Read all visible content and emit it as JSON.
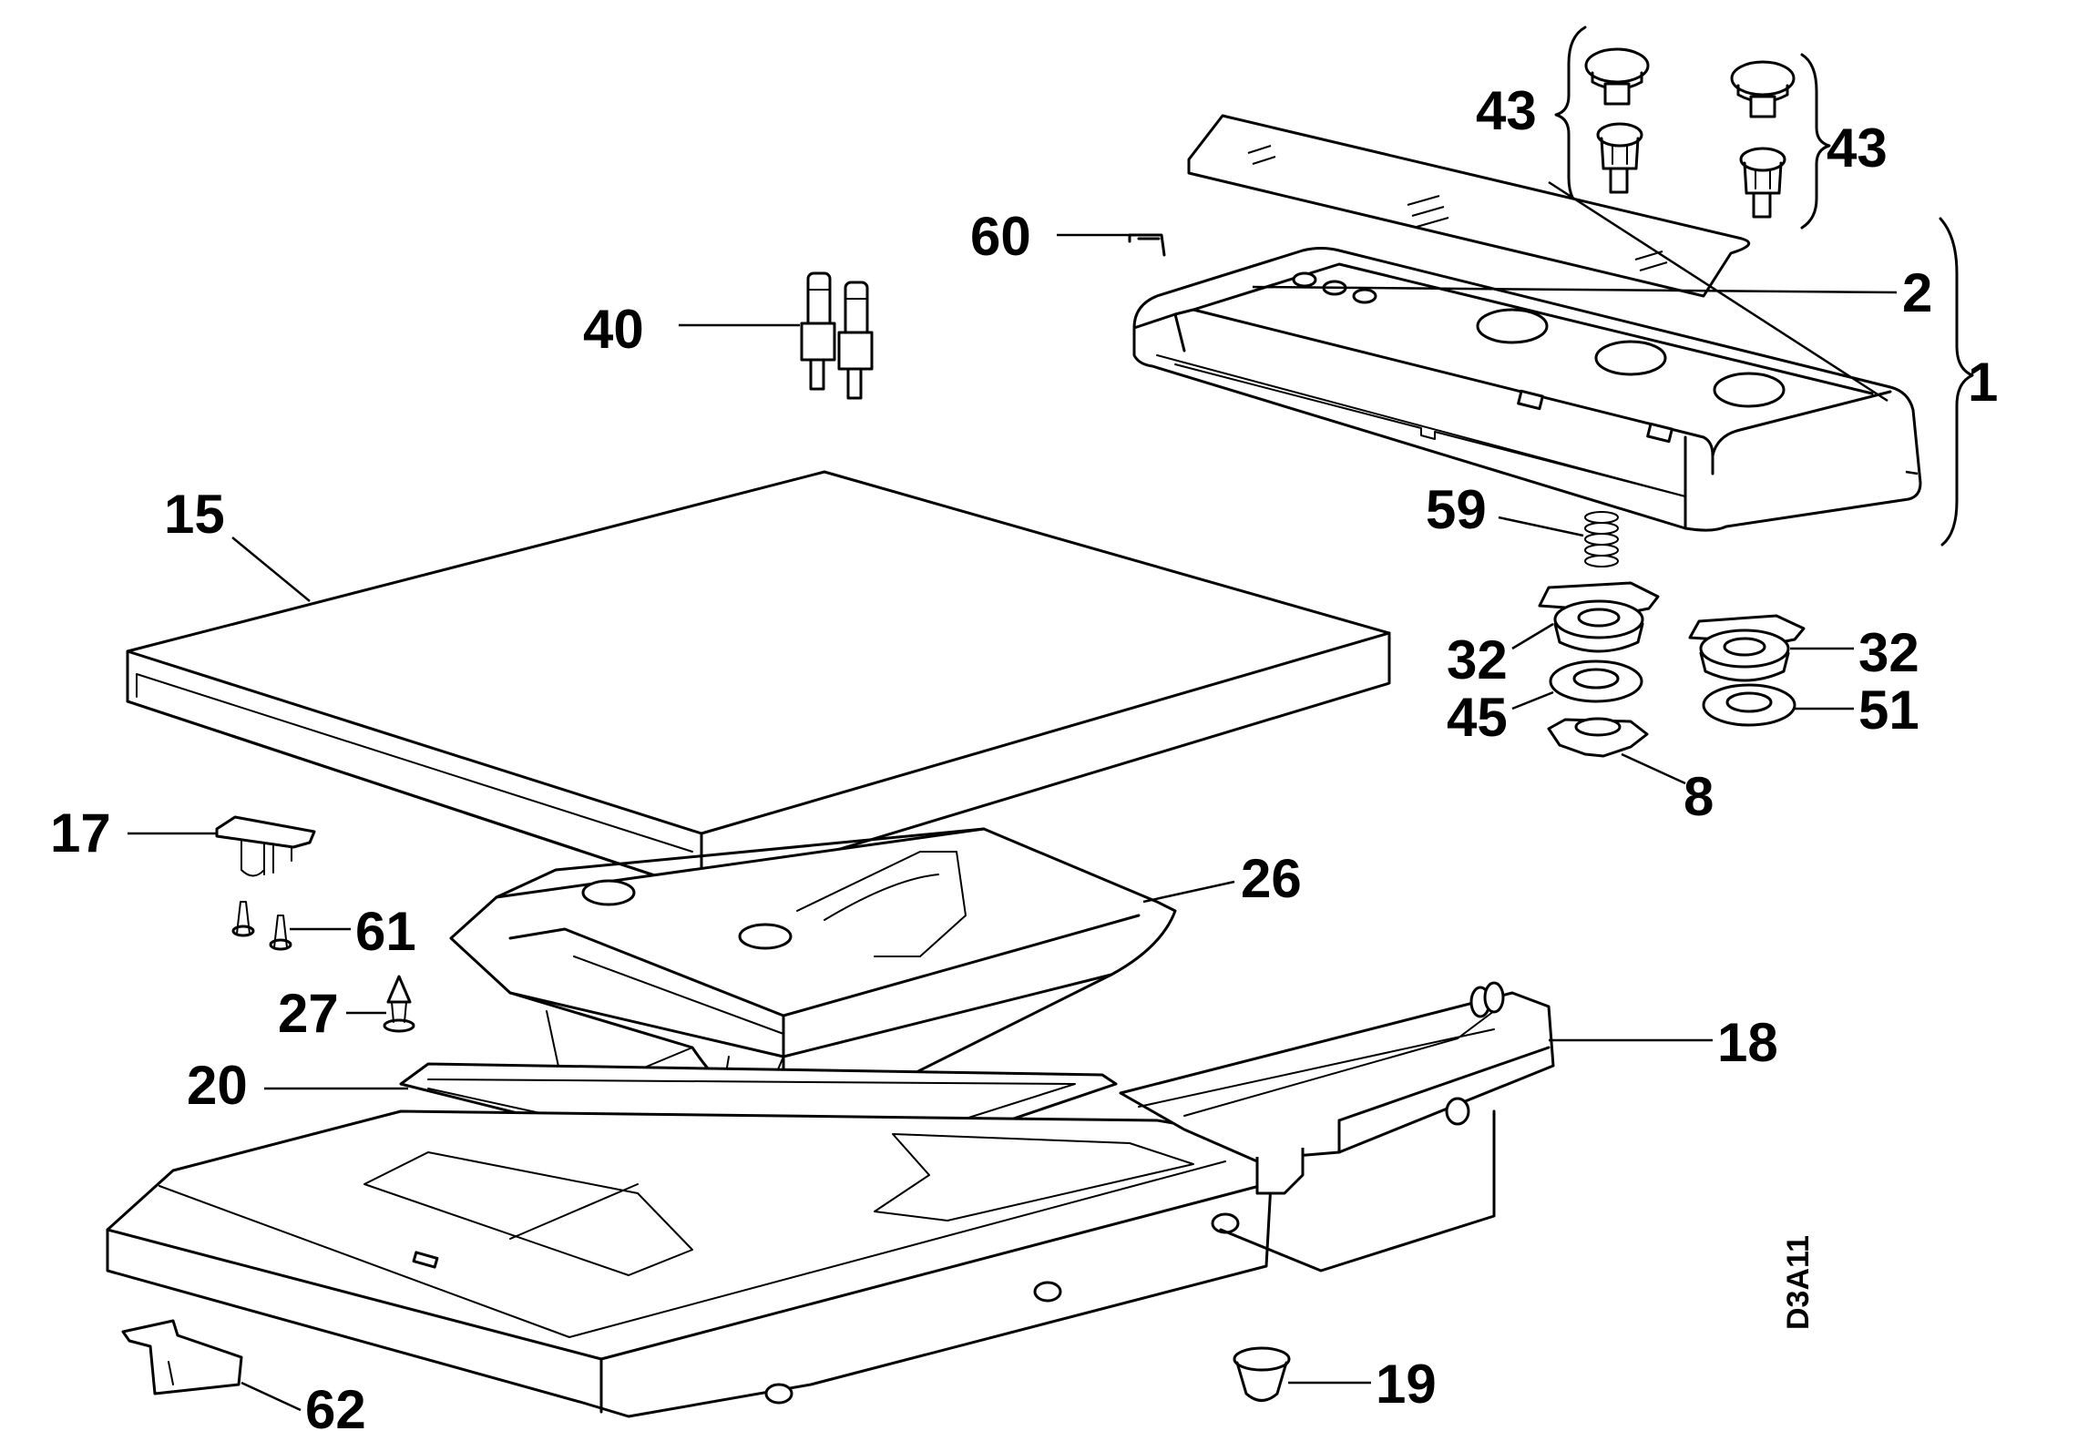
{
  "diagram": {
    "code": "D3A11",
    "labels": {
      "p1": "1",
      "p2": "2",
      "p8": "8",
      "p15": "15",
      "p17": "17",
      "p18": "18",
      "p19": "19",
      "p20": "20",
      "p26": "26",
      "p27": "27",
      "p32a": "32",
      "p32b": "32",
      "p40": "40",
      "p43a": "43",
      "p43b": "43",
      "p45": "45",
      "p51": "51",
      "p59": "59",
      "p60": "60",
      "p61": "61",
      "p62": "62"
    }
  }
}
